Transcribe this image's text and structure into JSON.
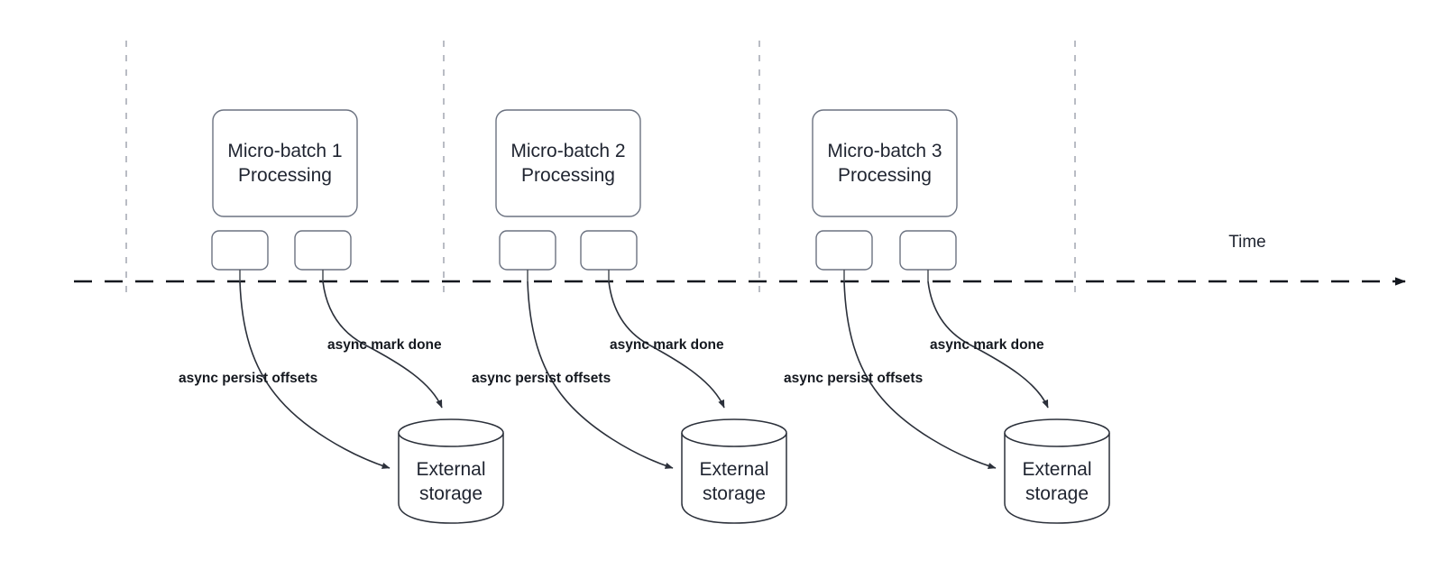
{
  "diagram": {
    "title": "Micro-batch processing timeline with async external storage commits",
    "background_color": "#ffffff",
    "axis": {
      "time_label": "Time",
      "line_color": "#14181f",
      "grid_color": "#b9bcc4"
    },
    "colors": {
      "node_stroke": "#6b7280",
      "cylinder_stroke": "#2b303a",
      "edge_stroke": "#2b303a",
      "text": "#1f2430",
      "label_text": "#14181f"
    },
    "groups": [
      {
        "id": "group-1",
        "batch_label_line1": "Micro-batch 1",
        "batch_label_line2": "Processing",
        "storage_label_line1": "External",
        "storage_label_line2": "storage",
        "persist_label": "async persist offsets",
        "mark_done_label": "async mark done"
      },
      {
        "id": "group-2",
        "batch_label_line1": "Micro-batch 2",
        "batch_label_line2": "Processing",
        "storage_label_line1": "External",
        "storage_label_line2": "storage",
        "persist_label": "async persist offsets",
        "mark_done_label": "async mark done"
      },
      {
        "id": "group-3",
        "batch_label_line1": "Micro-batch 3",
        "batch_label_line2": "Processing",
        "storage_label_line1": "External",
        "storage_label_line2": "storage",
        "persist_label": "async persist offsets",
        "mark_done_label": "async mark done"
      }
    ]
  }
}
